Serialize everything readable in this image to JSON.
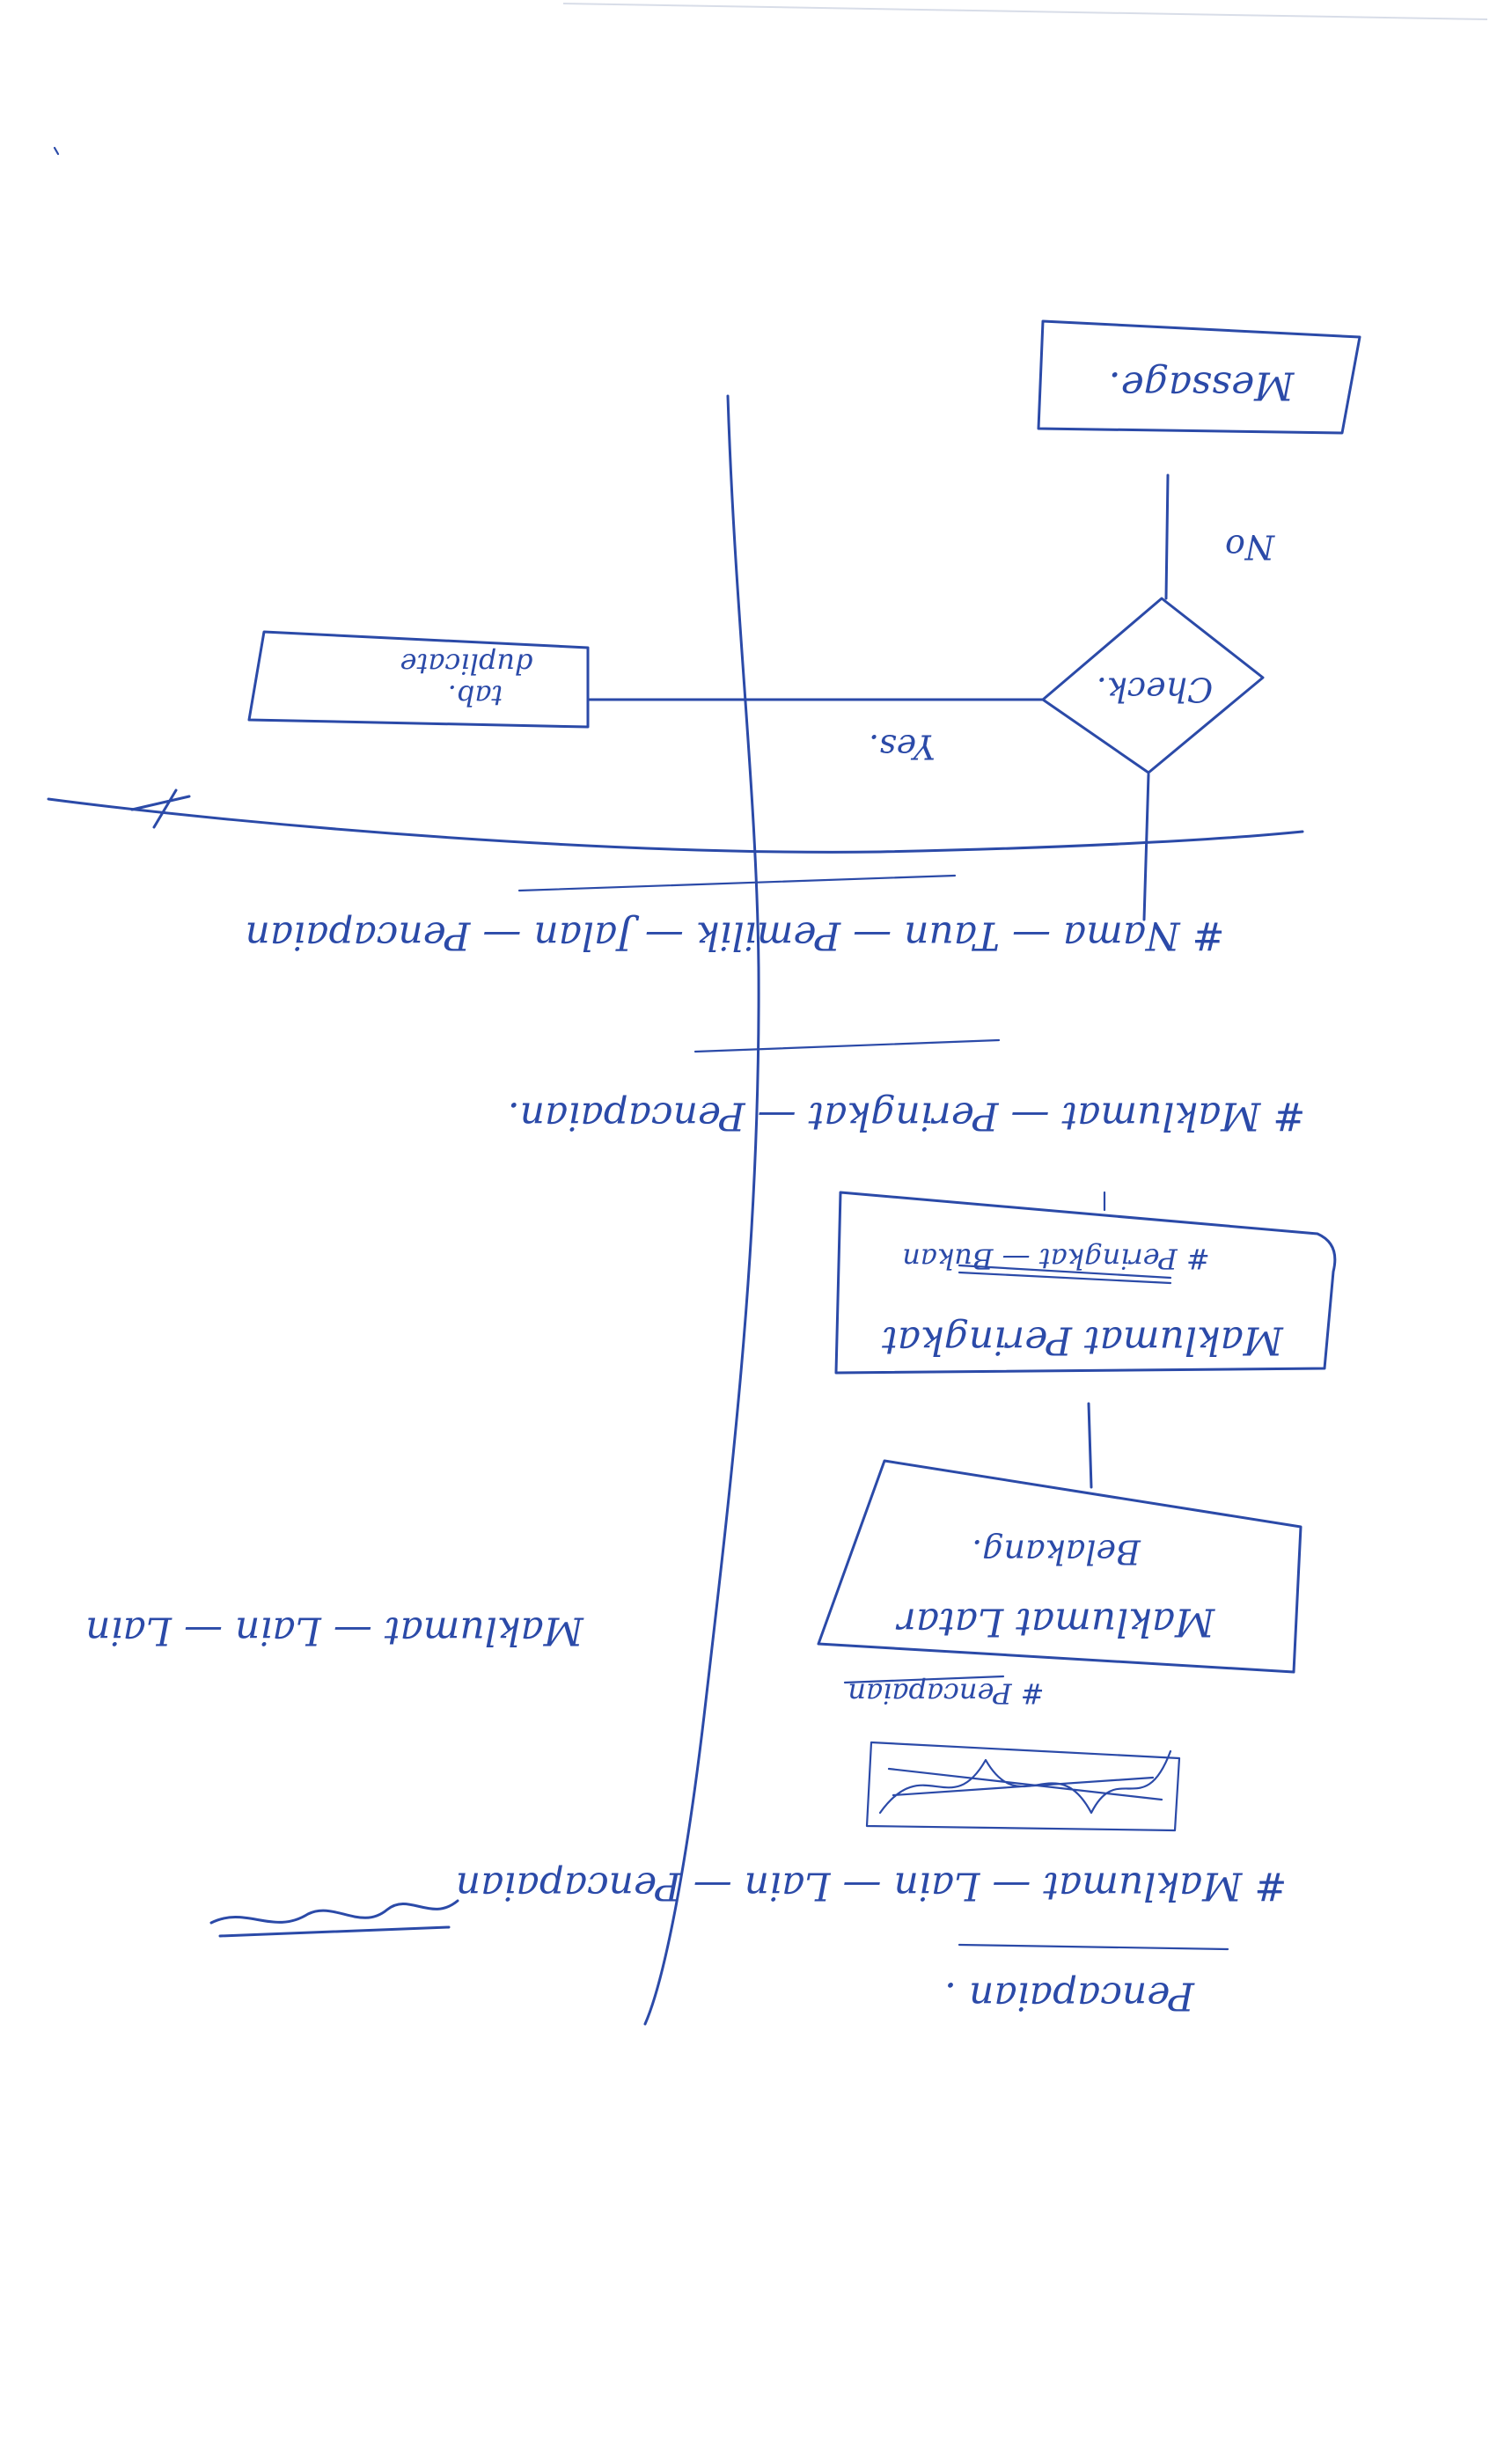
{
  "diagram": {
    "orientation": "upside-down",
    "ink_color": "#2b4aa8",
    "paper_color": "#ffffff",
    "nodes": {
      "message_box": "Message.",
      "check_diamond": "Check.",
      "duplicate_box": [
        "duplicate",
        "tab."
      ],
      "maklumat_peringkat_box": [
        "Maklumat Peringkat",
        "# Peringkat — Bukan"
      ],
      "maklumat_latar_box": [
        "Maklumat Latar",
        "Belakang."
      ]
    },
    "edge_labels": {
      "no": "No",
      "yes": "Yes."
    },
    "notes": {
      "note_peringkat": "# Maklumat — Peringkat — Pencapaian.",
      "note_nama": "# Nama — Taun — Pemilik — Jalan — Pencapaian",
      "note_maklumat_lain": "Maklumat — Lain — Lain",
      "note_pencapaian": "# Pencapaian",
      "note_maklumat_lain_pencapaian": "# Maklumat — Lain — Lain — Pencapaian",
      "note_pencapaian_bottom": "Pencapaian ."
    }
  }
}
